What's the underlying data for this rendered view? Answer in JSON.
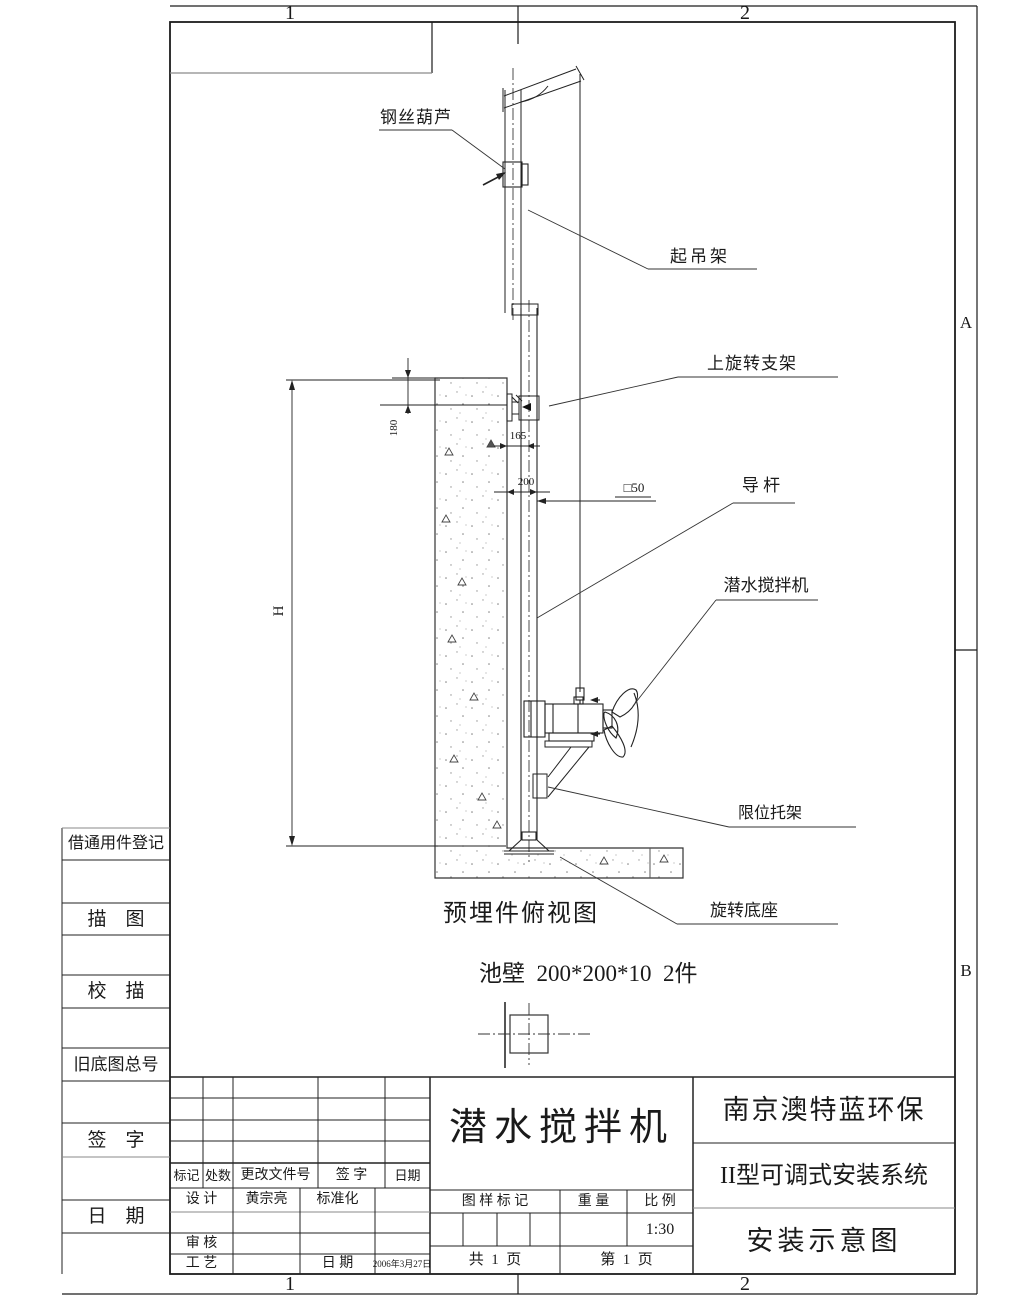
{
  "zones": {
    "top_left": "1",
    "top_right": "2",
    "bottom_left": "1",
    "bottom_right": "2",
    "right_upper": "A",
    "right_lower": "B"
  },
  "side_column": {
    "borrow_record": "借通用件登记",
    "tracing": "描　图",
    "check_tracing": "校　描",
    "old_drawing_no": "旧底图总号",
    "signature": "签　字",
    "date": "日　期"
  },
  "callouts": {
    "wire_hoist": "钢丝葫芦",
    "lifting_frame": "起吊架",
    "upper_rotating_bracket": "上旋转支架",
    "guide_rod": "导 杆",
    "submersible_mixer": "潜水搅拌机",
    "limit_bracket": "限位托架",
    "rotating_base": "旋转底座"
  },
  "dimensions": {
    "height": "H",
    "offset_180": "180",
    "offset_165": "165",
    "offset_200": "200",
    "square_tube": "□50"
  },
  "notes": {
    "view_title": "预埋件俯视图",
    "wall_spec": "池壁  200*200*10  2件"
  },
  "title_block": {
    "part_name": "潜水搅拌机",
    "company": "南京澳特蓝环保",
    "system_model": "II型可调式安装系统",
    "drawing_title": "安装示意图",
    "rev_headers": {
      "mark": "标记",
      "count": "处数",
      "change_doc_no": "更改文件号",
      "signature": "签 字",
      "date": "日期"
    },
    "staff": {
      "design_label": "设 计",
      "designer": "黄宗亮",
      "standardization_label": "标准化",
      "audit_label": "审 核",
      "process_label": "工 艺",
      "date_label": "日 期",
      "date_value": "2006年3月27日"
    },
    "spec_headers": {
      "drawing_mark": "图 样 标 记",
      "weight": "重 量",
      "scale": "比 例"
    },
    "scale_value": "1:30",
    "pages": {
      "total": "共  1  页",
      "current": "第  1  页"
    }
  }
}
